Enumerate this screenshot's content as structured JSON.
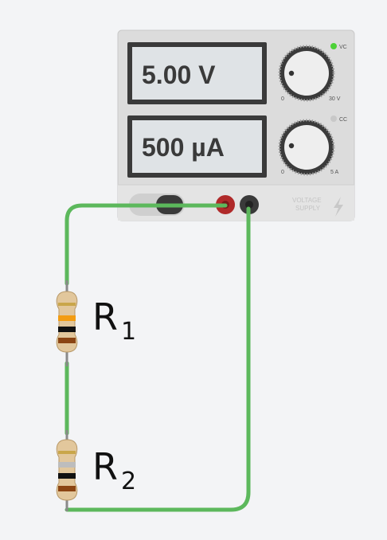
{
  "supply": {
    "voltage_display": "5.00 V",
    "current_display": "500 µA",
    "vc_label": "VC",
    "cc_label": "CC",
    "voltage_knob_min": "0",
    "voltage_knob_max": "30 V",
    "current_knob_min": "0",
    "current_knob_max": "5 A",
    "brand_line1": "VOLTAGE",
    "brand_line2": "SUPPLY",
    "vc_led_color": "#4cd137",
    "cc_led_color": "#c8c8c8",
    "positive_terminal_color": "#b02a2a",
    "negative_terminal_color": "#3a3a3a"
  },
  "circuit": {
    "wire_color": "#5cb85c",
    "resistors": [
      {
        "name": "R",
        "subscript": "1"
      },
      {
        "name": "R",
        "subscript": "2"
      }
    ]
  }
}
